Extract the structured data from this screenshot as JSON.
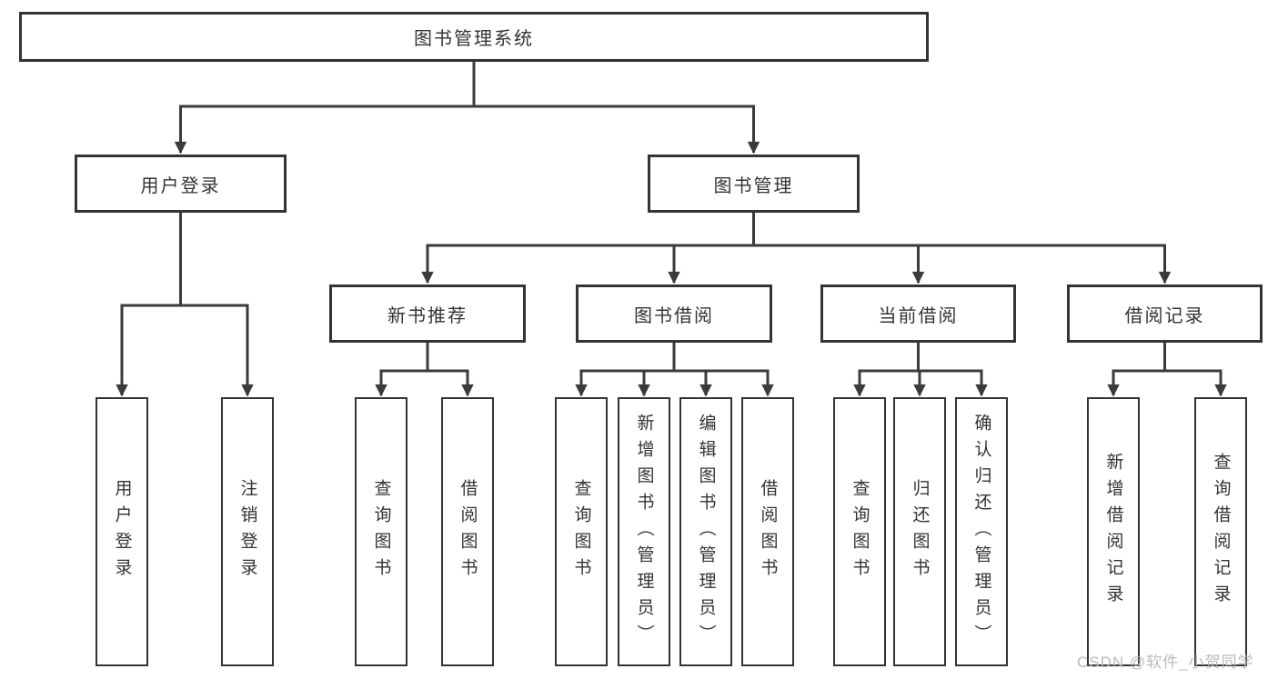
{
  "nodes": {
    "root": "图书管理系统",
    "user_login": "用户登录",
    "book_mgmt": "图书管理",
    "new_books": "新书推荐",
    "book_borrow": "图书借阅",
    "current_borrow": "当前借阅",
    "borrow_records": "借阅记录"
  },
  "leaves": {
    "user_login": [
      "用户登录",
      "注销登录"
    ],
    "new_books": [
      "查询图书",
      "借阅图书"
    ],
    "book_borrow": [
      "查询图书",
      "新增图书（管理员）",
      "编辑图书（管理员）",
      "借阅图书"
    ],
    "current_borrow": [
      "查询图书",
      "归还图书",
      "确认归还（管理员）"
    ],
    "borrow_records": [
      "新增借阅记录",
      "查询借阅记录"
    ]
  },
  "watermark": "CSDN @软件_小贺同学",
  "colors": {
    "line": "#3b3b3b",
    "box_border": "#333333",
    "text": "#333333",
    "watermark": "#b4b7bc",
    "background": "#ffffff"
  }
}
